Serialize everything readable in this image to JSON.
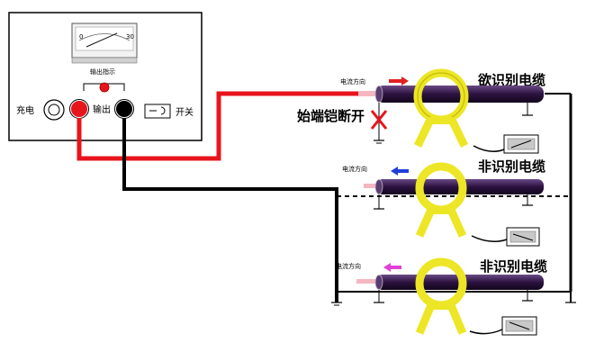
{
  "device": {
    "meter_scale_min": "0",
    "meter_scale_max": "30",
    "indicator_label": "输出指示",
    "charge_label": "充电",
    "output_label": "输出",
    "switch_label": "开关"
  },
  "labels": {
    "current_direction": "电流方向",
    "target_cable": "欲识别电缆",
    "non_target_cable": "非识别电缆",
    "far_end_open": "始端铠断开"
  },
  "colors": {
    "red_lead": "#e8141c",
    "black_lead": "#000000",
    "cable_purple": "#3a1e4e",
    "clamp_yellow": "#ece626",
    "arrow_red": "#e02020",
    "arrow_blue": "#1f3fd8",
    "arrow_magenta": "#e040d8"
  }
}
